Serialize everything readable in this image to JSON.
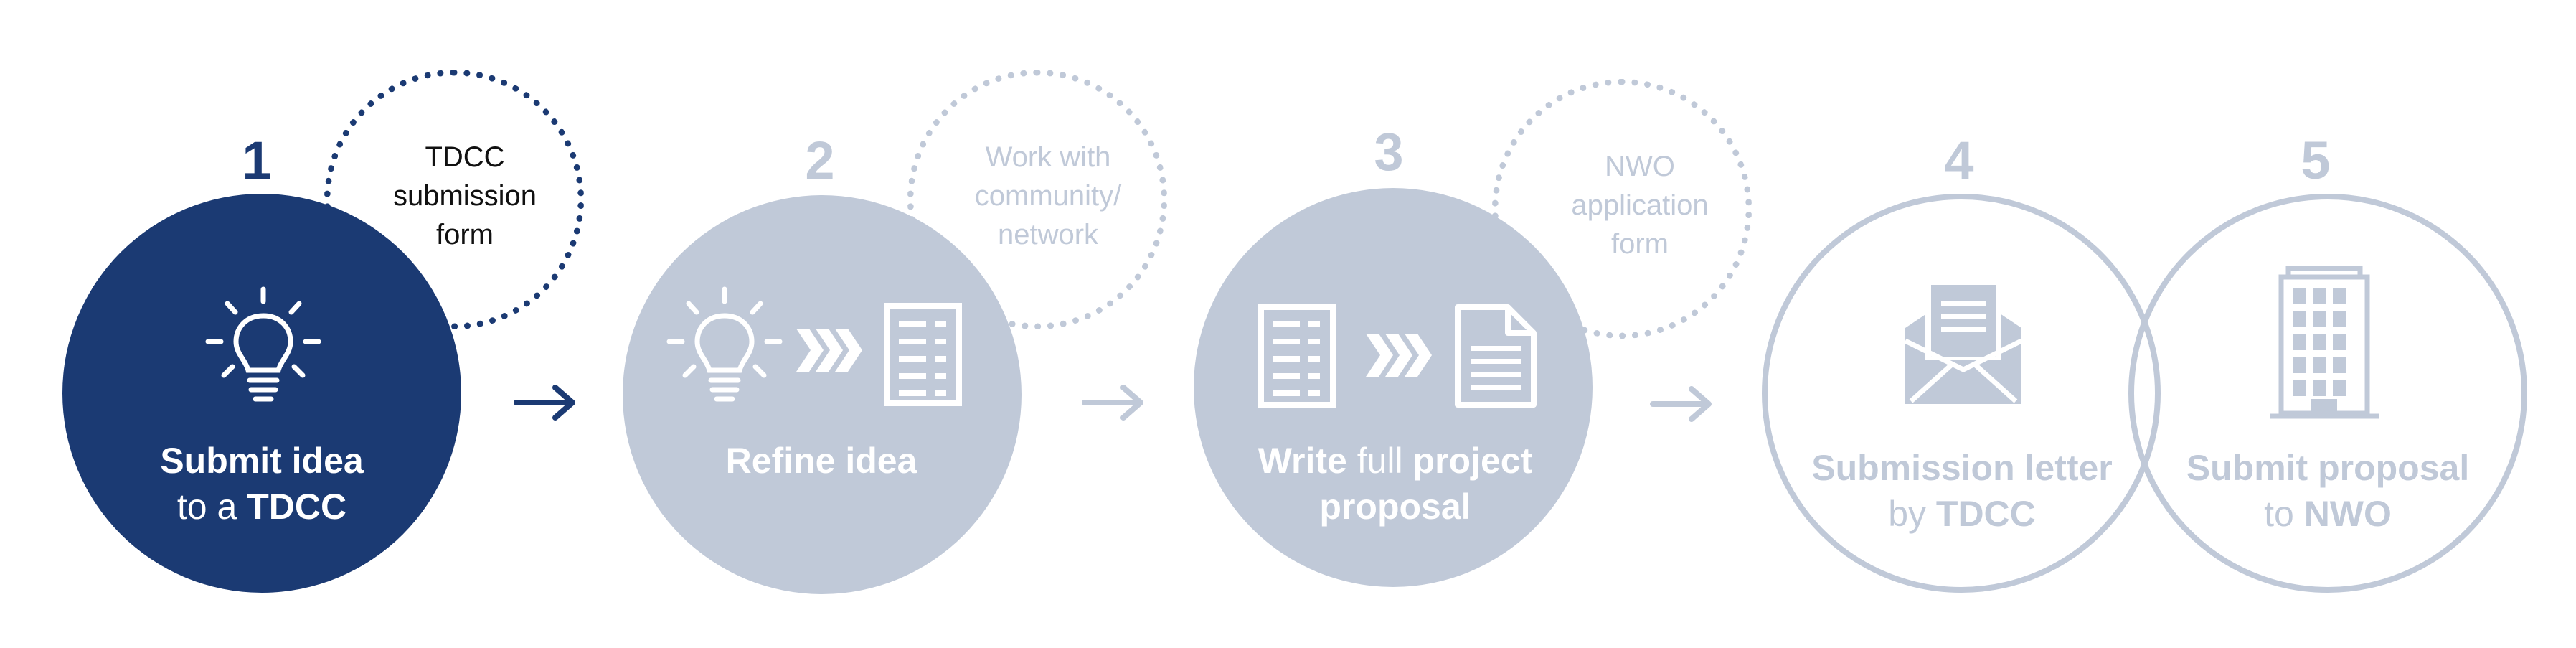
{
  "colors": {
    "active": "#1b3a73",
    "inactive": "#c0c9d8",
    "inactive_text_dark": "#c0c9d8",
    "white": "#ffffff",
    "form_text": "#111111"
  },
  "steps": [
    {
      "number": "1",
      "state": "active",
      "icon": "lightbulb-icon",
      "label_line1_bold": "Submit idea",
      "label_line2_regular": "to a ",
      "label_line2_bold": "TDCC",
      "side_note": [
        "TDCC",
        "submission",
        "form"
      ]
    },
    {
      "number": "2",
      "state": "inactive",
      "icon": "lightbulb-to-form-icon",
      "label_line1_bold": "Refine idea",
      "side_note": [
        "Work with",
        "community/",
        "network"
      ]
    },
    {
      "number": "3",
      "state": "inactive",
      "icon": "form-to-document-icon",
      "label_line1_bold": "Write",
      "label_line1_regular": " full ",
      "label_line1_bold2": "project",
      "label_line2_bold": "proposal",
      "side_note": [
        "NWO",
        "application",
        "form"
      ]
    },
    {
      "number": "4",
      "state": "outline",
      "icon": "envelope-letter-icon",
      "label_line1_bold": "Submission letter",
      "label_line2_regular": "by ",
      "label_line2_bold": "TDCC"
    },
    {
      "number": "5",
      "state": "outline",
      "icon": "building-icon",
      "label_line1_bold": "Submit proposal",
      "label_line2_regular": "to ",
      "label_line2_bold": "NWO"
    }
  ],
  "arrows": [
    "arrow-right-icon",
    "arrow-right-icon",
    "arrow-right-icon"
  ]
}
